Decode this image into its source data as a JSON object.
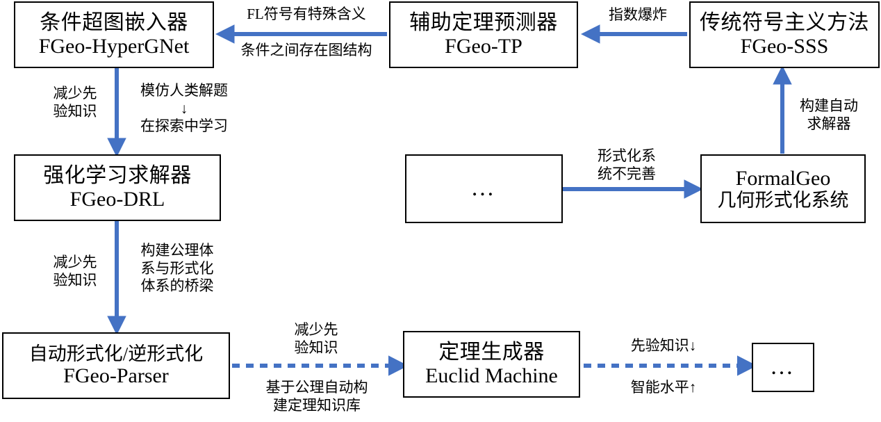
{
  "diagram": {
    "title": "FormalGeo research roadmap flow diagram",
    "accent_color": "#4472C4",
    "border_color": "#000000",
    "background": "#FFFFFF",
    "nodes": [
      {
        "id": "hypergnet",
        "line1": "条件超图嵌入器",
        "line2": "FGeo-HyperGNet"
      },
      {
        "id": "tp",
        "line1": "辅助定理预测器",
        "line2": "FGeo-TP"
      },
      {
        "id": "sss",
        "line1": "传统符号主义方法",
        "line2": "FGeo-SSS"
      },
      {
        "id": "drl",
        "line1": "强化学习求解器",
        "line2": "FGeo-DRL"
      },
      {
        "id": "ellipsis_mid",
        "line1": "…",
        "line2": ""
      },
      {
        "id": "formalgeo",
        "line1": "FormalGeo",
        "line2": "几何形式化系统"
      },
      {
        "id": "parser",
        "line1": "自动形式化/逆形式化",
        "line2": "FGeo-Parser"
      },
      {
        "id": "euclid",
        "line1": "定理生成器",
        "line2": "Euclid Machine"
      },
      {
        "id": "ellipsis_end",
        "line1": "…",
        "line2": ""
      }
    ],
    "edge_labels": [
      {
        "id": "tp-to-hypergnet-above",
        "text": "FL符号有特殊含义"
      },
      {
        "id": "tp-to-hypergnet-below",
        "text": "条件之间存在图结构"
      },
      {
        "id": "sss-to-tp",
        "text": "指数爆炸"
      },
      {
        "id": "hypergnet-to-drl-left",
        "text": "减少先\n验知识"
      },
      {
        "id": "hypergnet-to-drl-right",
        "text": "模仿人类解题\n↓\n在探索中学习"
      },
      {
        "id": "formalgeo-to-sss",
        "text": "构建自动\n求解器"
      },
      {
        "id": "ellipsis-to-formalgeo",
        "text": "形式化系\n统不完善"
      },
      {
        "id": "drl-to-parser-left",
        "text": "减少先\n验知识"
      },
      {
        "id": "drl-to-parser-right",
        "text": "构建公理体\n系与形式化\n体系的桥梁"
      },
      {
        "id": "parser-to-euclid-above",
        "text": "减少先\n验知识"
      },
      {
        "id": "parser-to-euclid-below",
        "text": "基于公理自动构\n建定理知识库"
      },
      {
        "id": "euclid-to-end-above",
        "text": "先验知识↓"
      },
      {
        "id": "euclid-to-end-below",
        "text": "智能水平↑"
      }
    ]
  }
}
